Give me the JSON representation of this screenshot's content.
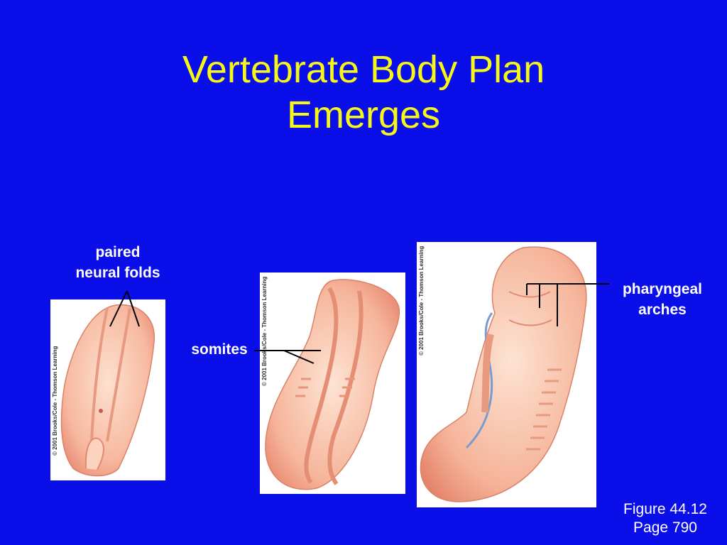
{
  "slide": {
    "title_line1": "Vertebrate Body Plan",
    "title_line2": "Emerges",
    "colors": {
      "background": "#0a0ee8",
      "title": "#f7f715",
      "label": "#ffffff"
    }
  },
  "panels": [
    {
      "credit": "© 2001 Brooks/Cole - Thomson Learning"
    },
    {
      "credit": "© 2001 Brooks/Cole - Thomson Learning"
    },
    {
      "credit": "© 2001 Brooks/Cole - Thomson Learning"
    }
  ],
  "labels": {
    "neural_folds_line1": "paired",
    "neural_folds_line2": "neural folds",
    "somites": "somites",
    "pharyngeal_line1": "pharyngeal",
    "pharyngeal_line2": "arches"
  },
  "figure_ref": {
    "figure": "Figure 44.12",
    "page": "Page 790"
  }
}
